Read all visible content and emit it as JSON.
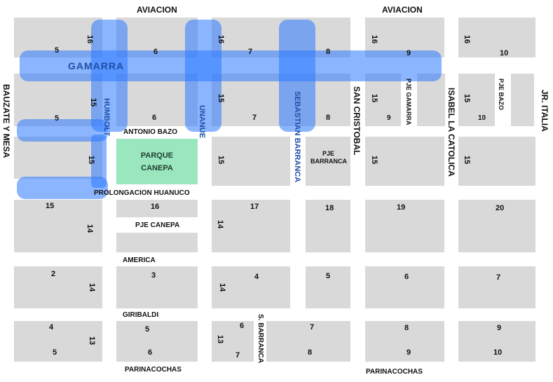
{
  "streets": {
    "aviacion_left": "AVIACION",
    "aviacion_right": "AVIACION",
    "gamarra": "GAMARRA",
    "humbolt": "HUMBOLT",
    "unanue": "UNANUE",
    "sebastian_barranca": "SEBASTIAN BARRANCA",
    "san_cristobal": "SAN CRISTOBAL",
    "pje_gamarra": "PJE GAMARRA",
    "isabel_la_catolica": "ISABEL LA CATOLICA",
    "pje_bazo": "PJE BAZO",
    "jr_italia": "JR. ITALIA",
    "bauzate_y_mesa": "BAUZATE Y MESA",
    "antonio_bazo": "ANTONIO BAZO",
    "prolongacion_huanuco": "PROLONGACION HUANUCO",
    "pje_barranca_1": "PJE",
    "pje_barranca_2": "BARRANCA",
    "pje_canepa": "PJE CANEPA",
    "america": "AMERICA",
    "giribaldi": "GIRIBALDI",
    "s_barranca": "S. BARRANCA",
    "parinacochas_left": "PARINACOCHAS",
    "parinacochas_right": "PARINACOCHAS"
  },
  "park": {
    "line1": "PARQUE",
    "line2": "CANEPA"
  },
  "numbers": {
    "n16a": "16",
    "n5a": "5",
    "n6a": "6",
    "n16b": "16",
    "n7a": "7",
    "n8a": "8",
    "n16c": "16",
    "n9a": "9",
    "n16d": "16",
    "n10a": "10",
    "n5b": "5",
    "n15a": "15",
    "n6b": "6",
    "n15b": "15",
    "n7b": "7",
    "n8b": "8",
    "n15c": "15",
    "n9b": "9",
    "n15d": "15",
    "n10b": "10",
    "n15e": "15",
    "n15f": "15",
    "n15g": "15",
    "n15h": "15",
    "n15i": "15",
    "n16e": "16",
    "n17": "17",
    "n18": "18",
    "n19": "19",
    "n20": "20",
    "n14a": "14",
    "n14b": "14",
    "n2": "2",
    "n14c": "14",
    "n3": "3",
    "n14d": "14",
    "n4a": "4",
    "n5c": "5",
    "n6c": "6",
    "n7c": "7",
    "n4b": "4",
    "n13a": "13",
    "n5d": "5",
    "n6d": "6",
    "n5e": "5",
    "n13b": "13",
    "n6e": "6",
    "n7d": "7",
    "n7e": "7",
    "n8c": "8",
    "n8d": "8",
    "n9c": "9",
    "n9d": "9",
    "n10c": "10"
  },
  "colors": {
    "block": "#d9d9d9",
    "park": "#99e6bf",
    "highlight": "#2b78ff"
  }
}
